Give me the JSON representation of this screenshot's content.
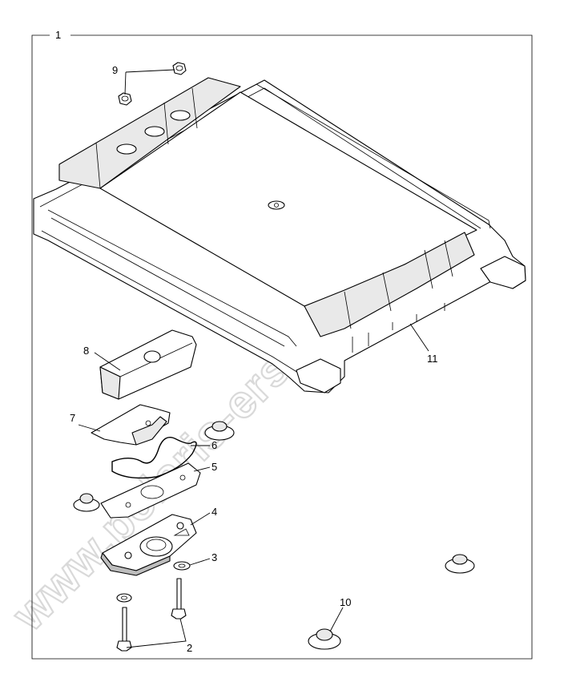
{
  "watermark": "www.polaris-ersatzteile.de",
  "callouts": {
    "c1": "1",
    "c2": "2",
    "c3": "3",
    "c4": "4",
    "c5": "5",
    "c6": "6",
    "c7": "7",
    "c8": "8",
    "c9": "9",
    "c10": "10",
    "c11": "11"
  }
}
